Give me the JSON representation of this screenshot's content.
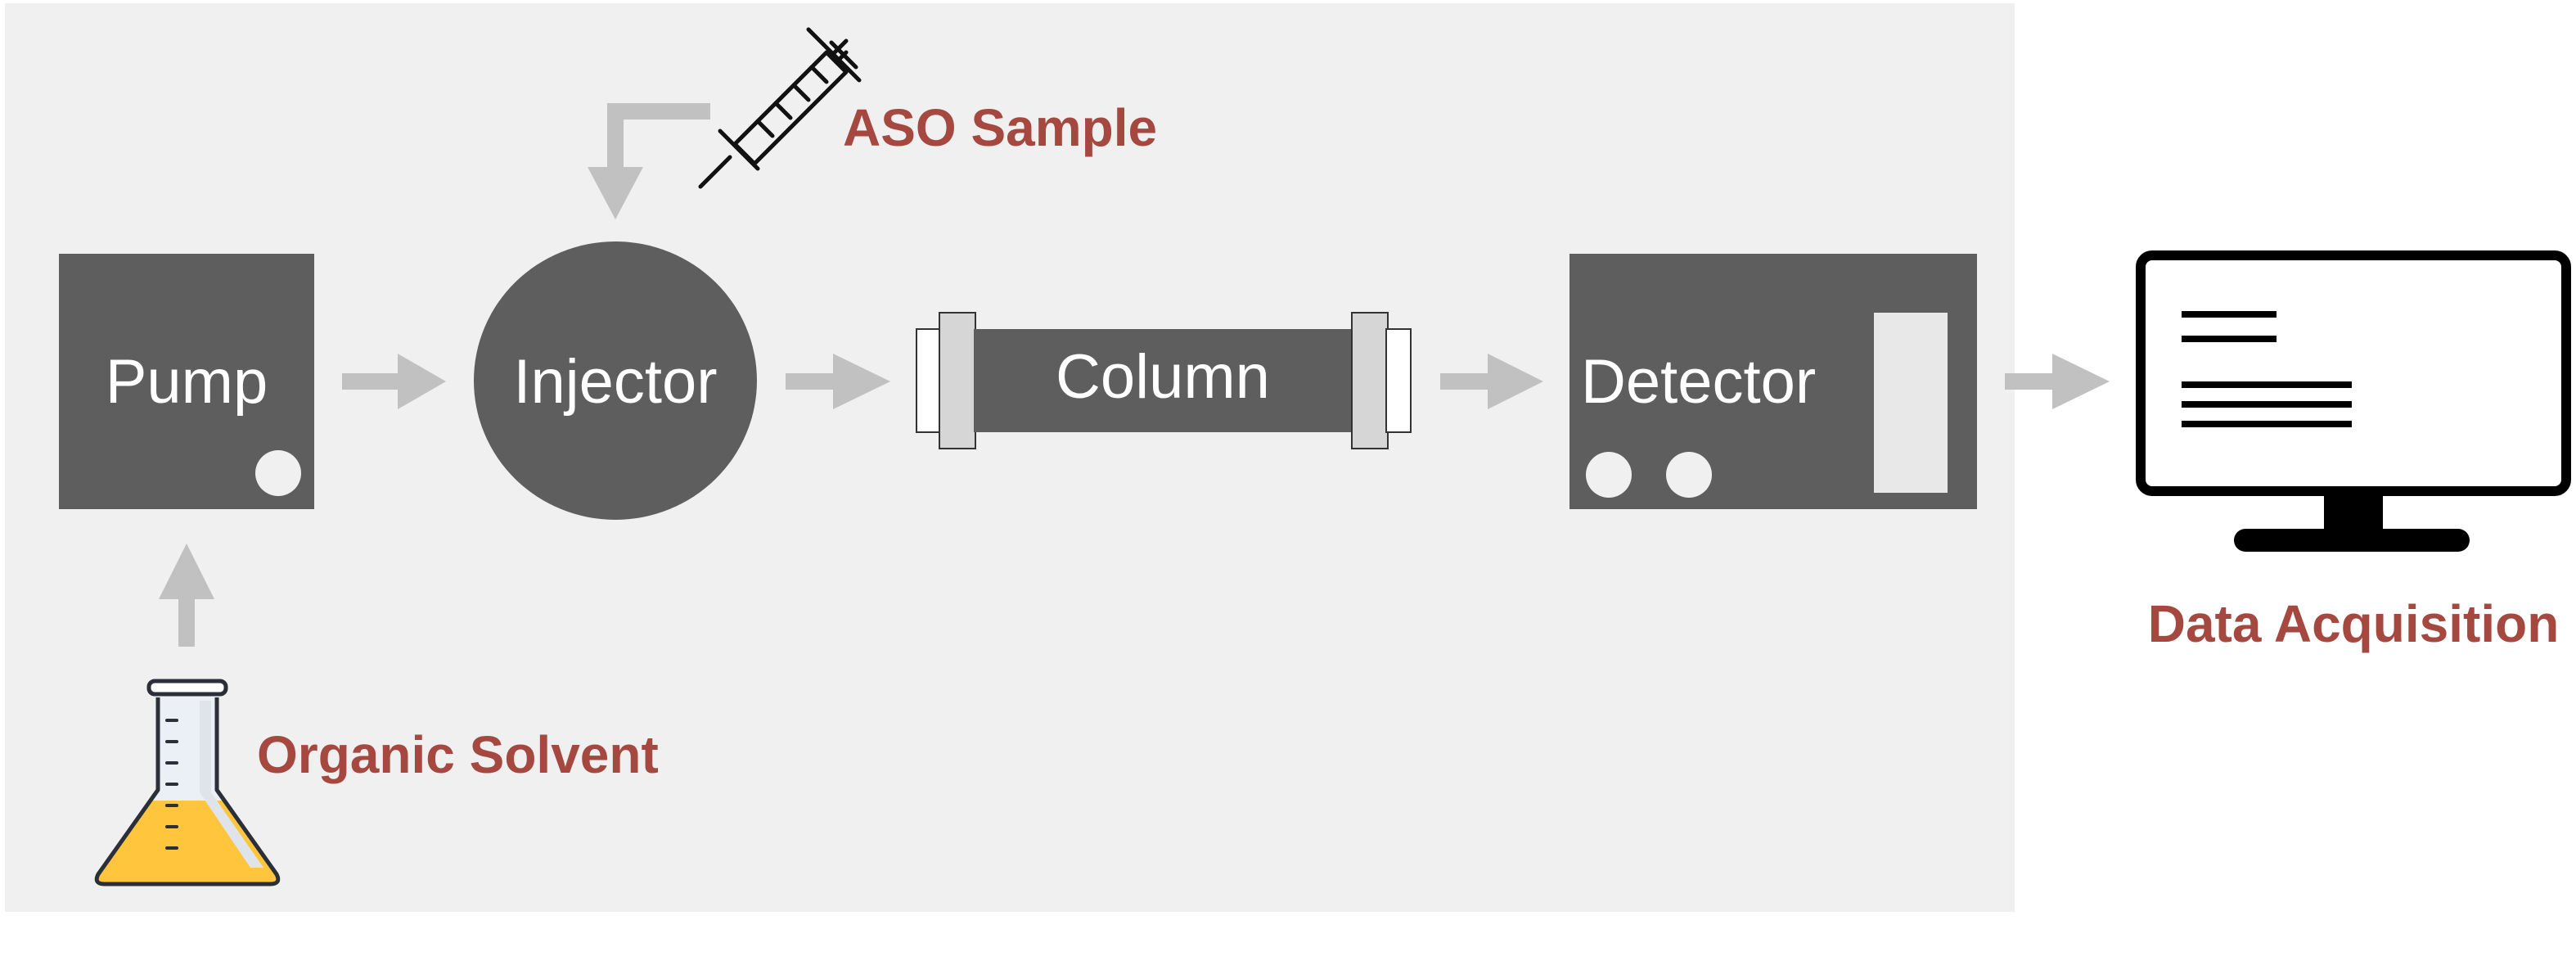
{
  "components": {
    "pump": "Pump",
    "injector": "Injector",
    "column": "Column",
    "detector": "Detector"
  },
  "annotations": {
    "sample": "ASO Sample",
    "solvent": "Organic Solvent",
    "output": "Data Acquisition"
  },
  "colors": {
    "panel": "#f0f0f0",
    "component": "#5e5e5e",
    "arrow": "#c1c1c1",
    "label_accent": "#a5483f",
    "solvent_liquid": "#ffc53d"
  }
}
